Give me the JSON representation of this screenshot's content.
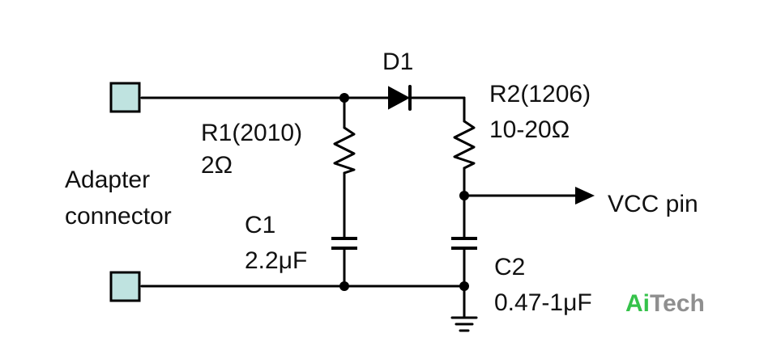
{
  "labels": {
    "d1": "D1",
    "r1_name": "R1(2010)",
    "r1_value": "2Ω",
    "r2_name": "R2(1206)",
    "r2_value": "10-20Ω",
    "c1_name": "C1",
    "c1_value": "2.2μF",
    "c2_name": "C2",
    "c2_value": "0.47-1μF",
    "adapter_line1": "Adapter",
    "adapter_line2": "connector",
    "vcc": "VCC pin"
  },
  "watermark": {
    "part1": "Ai",
    "part2": "Tech"
  },
  "colors": {
    "wire": "#000000",
    "terminal_fill": "#bfe3e0",
    "watermark_green": "#35c24a",
    "watermark_gray": "#8f8f8f"
  }
}
